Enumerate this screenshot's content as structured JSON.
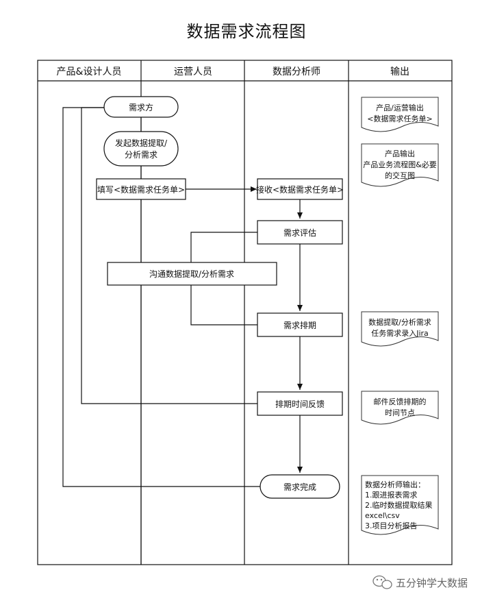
{
  "title": "数据需求流程图",
  "lanes": [
    "产品&设计人员",
    "运营人员",
    "数据分析师",
    "输出"
  ],
  "nodes": {
    "requester": "需求方",
    "initiate": [
      "发起数据提取/",
      "分析需求"
    ],
    "fill_form": "填写<数据需求任务单>",
    "receive_form": "接收<数据需求任务单>",
    "evaluate": "需求评估",
    "communicate": "沟通数据提取/分析需求",
    "schedule": "需求排期",
    "feedback": "排期时间反馈",
    "complete": "需求完成"
  },
  "outputs": {
    "out1": [
      "产品/运营输出",
      "<数据需求任务单>"
    ],
    "out2": [
      "产品输出",
      "产品业务流程图&必要",
      "的交互图"
    ],
    "out3": [
      "数据提取/分析需求",
      "任务需求录入Jira"
    ],
    "out4": [
      "邮件反馈排期的",
      "时间节点"
    ],
    "out5": [
      "数据分析师输出：",
      "1.跟进报表需求",
      "2.临时数据提取结果",
      "excel\\csv",
      "3.项目分析报告"
    ]
  },
  "watermark": "五分钟学大数据",
  "icons": {
    "watermark": "wechat-icon"
  }
}
